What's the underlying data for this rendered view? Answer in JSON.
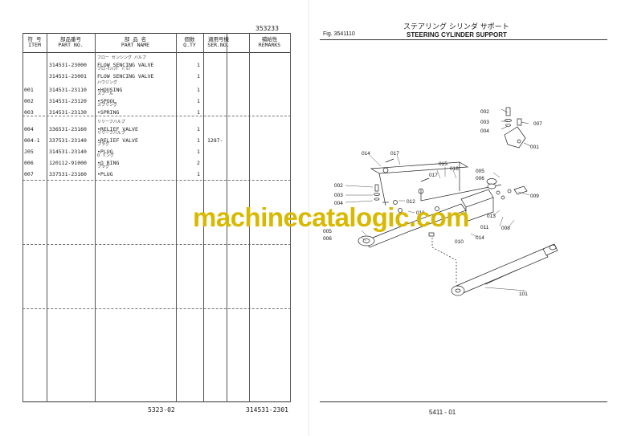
{
  "left_page": {
    "doc_number": "353233",
    "headers": {
      "item_jp": "符 号",
      "item_en": "ITEM",
      "partno_jp": "部品番号",
      "partno_en": "PART NO.",
      "name_jp": "部     品     名",
      "name_en": "PART          NAME",
      "qty_jp": "個数",
      "qty_en": "Q.TY",
      "ser_jp": "適用号機",
      "ser_en": "SER.NO.",
      "remarks_jp": "補給性",
      "remarks_en": "REMARKS"
    },
    "rows": [
      {
        "item": "",
        "part_no": "314531-23000",
        "kana": "フロー センシング バルブ",
        "name": "FLOW SENCING VALVE",
        "qty": "1",
        "ser": ""
      },
      {
        "item": "",
        "part_no": "314531-23001",
        "kana": "フロ-ｾﾝｼﾝｸﾞ ﾊﾞﾙﾌﾞ",
        "name": "FLOW SENCING VALVE",
        "qty": "1",
        "ser": ""
      },
      {
        "item": "001",
        "part_no": "314531-23110",
        "kana": "ハウジング",
        "name": "•HOUSING",
        "qty": "1",
        "ser": ""
      },
      {
        "item": "002",
        "part_no": "314531-23120",
        "kana": "スプール",
        "name": "•SPOOL",
        "qty": "1",
        "ser": ""
      },
      {
        "item": "003",
        "part_no": "314531-23130",
        "kana": "スプリング",
        "name": "•SPRING",
        "qty": "1",
        "ser": ""
      },
      {
        "item": "004",
        "part_no": "336531-23160",
        "kana": "リリーフバルブ",
        "name": "•RELIEF VALVE",
        "qty": "1",
        "ser": ""
      },
      {
        "item": "004-1",
        "part_no": "337531-23140",
        "kana": "リリーフバルブ",
        "name": "•RELIEF VALVE",
        "qty": "1",
        "ser": "1287-"
      },
      {
        "item": "J05",
        "part_no": "314531-23140",
        "kana": "プラグ",
        "name": "•PLUG",
        "qty": "1",
        "ser": ""
      },
      {
        "item": "006",
        "part_no": "120112-91000",
        "kana": "O リング",
        "name": "•O RING",
        "qty": "2",
        "ser": ""
      },
      {
        "item": "007",
        "part_no": "337531-23160",
        "kana": "プラグ",
        "name": "•PLUG",
        "qty": "1",
        "ser": ""
      }
    ],
    "footer_page": "5323-02",
    "footer_ref": "314531-2301"
  },
  "right_page": {
    "title_jp": "ステアリング シリンダ サポート",
    "fig_label": "Fig. 3541110",
    "title_en": "STEERING CYLINDER SUPPORT",
    "callouts": [
      "002",
      "003",
      "004",
      "007",
      "001",
      "014",
      "017",
      "015",
      "017",
      "016",
      "005",
      "006",
      "002",
      "003",
      "004",
      "012",
      "016",
      "009",
      "013",
      "011",
      "008",
      "005",
      "006",
      "010",
      "014",
      "101"
    ],
    "footer_page": "5411 - 01"
  },
  "watermark": "machinecatalogic.com",
  "colors": {
    "watermark": "#d9b800",
    "ink": "#1a1a1a"
  }
}
